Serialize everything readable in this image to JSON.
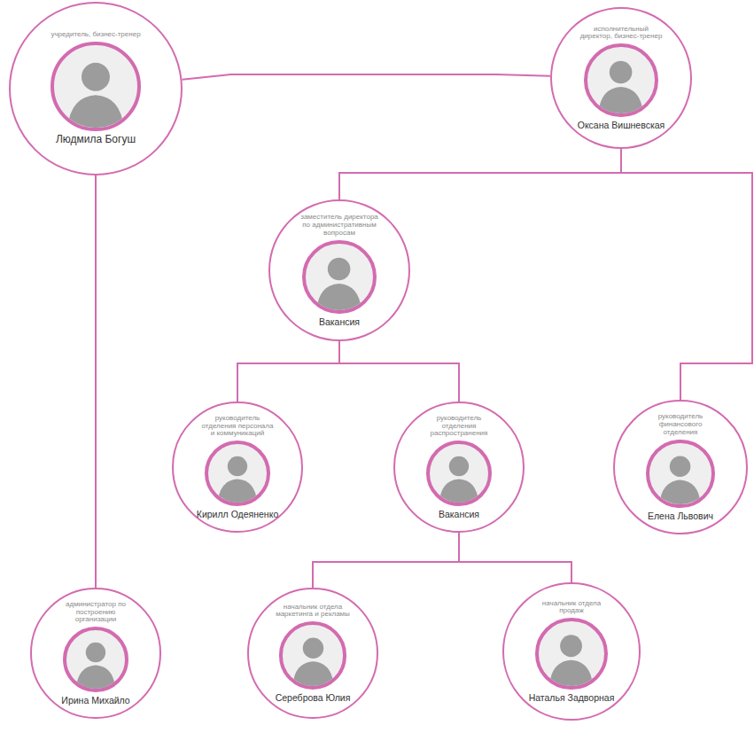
{
  "diagram": {
    "nodes": [
      {
        "text": [
          "учредитель, бизнес-тренер",
          "Людмила Богуш"
        ]
      },
      {
        "text": [
          "исполнительный директор, бизнес-тренер",
          "Оксана Вишневская"
        ]
      },
      {
        "text": [
          "заместитель директора по административным вопросам",
          "Вакансия"
        ]
      },
      {
        "text": [
          "руководитель отделения персонала и коммуникаций",
          "Кирилл Одеяненко"
        ]
      },
      {
        "text": [
          "руководитель отделения распространения",
          "Вакансия"
        ]
      },
      {
        "text": [
          "руководитель финансового отделения",
          "Елена Львович"
        ]
      },
      {
        "text": [
          "администратор по построению организации",
          "Ирина Михайло"
        ]
      },
      {
        "text": [
          "начальник отдела маркетинга и рекламы",
          "Сереброва Юлия"
        ]
      },
      {
        "text": [
          "начальник отдела продаж",
          "Наталья Задворная"
        ]
      }
    ],
    "edges": [
      {
        "from": 0,
        "to": 1,
        "arrow": "none"
      },
      {
        "from": 1,
        "to": 2,
        "arrow": "none"
      },
      {
        "from": 1,
        "to": 5,
        "arrow": "none"
      },
      {
        "from": 2,
        "to": 3,
        "arrow": "none"
      },
      {
        "from": 2,
        "to": 4,
        "arrow": "none"
      },
      {
        "from": 4,
        "to": 7,
        "arrow": "none"
      },
      {
        "from": 4,
        "to": 8,
        "arrow": "none"
      },
      {
        "from": 0,
        "to": 6,
        "arrow": "none"
      }
    ]
  }
}
